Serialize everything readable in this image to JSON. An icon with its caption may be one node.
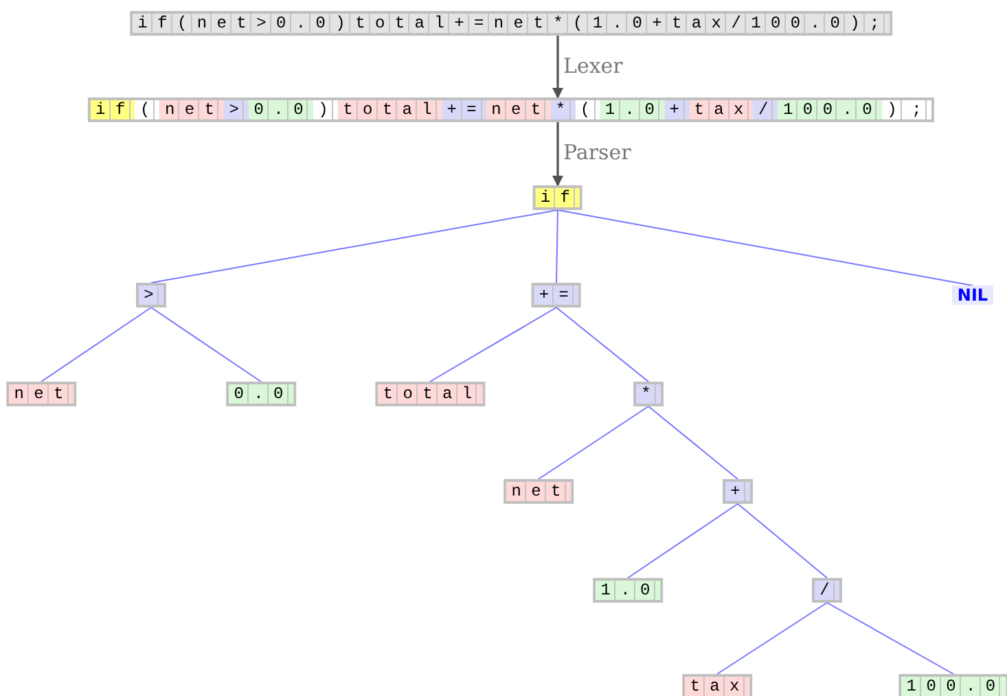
{
  "diagram": {
    "nodes": [
      {
        "text": [
          "if(net>0.0)total+=net*(1.0+tax/100.0);"
        ]
      },
      {
        "text": [
          "if",
          "(",
          "net",
          ">",
          "0.0",
          ")",
          "total",
          "+=",
          "net",
          "*",
          "(",
          "1.0",
          "+",
          "tax",
          "/",
          "100.0",
          ")",
          ";"
        ]
      },
      {
        "text": [
          "if"
        ]
      },
      {
        "text": [
          ">"
        ]
      },
      {
        "text": [
          "+="
        ]
      },
      {
        "text": [
          "NIL"
        ]
      },
      {
        "text": [
          "net"
        ]
      },
      {
        "text": [
          "0.0"
        ]
      },
      {
        "text": [
          "total"
        ]
      },
      {
        "text": [
          "*"
        ]
      },
      {
        "text": [
          "net"
        ]
      },
      {
        "text": [
          "+"
        ]
      },
      {
        "text": [
          "1.0"
        ]
      },
      {
        "text": [
          "/"
        ]
      },
      {
        "text": [
          "tax"
        ]
      },
      {
        "text": [
          "100.0"
        ]
      }
    ],
    "edges": [
      {
        "from": 0,
        "to": 1,
        "arrow": "to",
        "label": "Lexer",
        "color": "#505050"
      },
      {
        "from": 1,
        "to": 2,
        "arrow": "to",
        "label": "Parser",
        "color": "#505050"
      },
      {
        "from": 2,
        "to": 3,
        "arrow": "none"
      },
      {
        "from": 2,
        "to": 4,
        "arrow": "none"
      },
      {
        "from": 2,
        "to": 5,
        "arrow": "none"
      },
      {
        "from": 3,
        "to": 6,
        "arrow": "none"
      },
      {
        "from": 3,
        "to": 7,
        "arrow": "none"
      },
      {
        "from": 4,
        "to": 8,
        "arrow": "none"
      },
      {
        "from": 4,
        "to": 9,
        "arrow": "none"
      },
      {
        "from": 9,
        "to": 10,
        "arrow": "none"
      },
      {
        "from": 9,
        "to": 11,
        "arrow": "none"
      },
      {
        "from": 11,
        "to": 12,
        "arrow": "none"
      },
      {
        "from": 11,
        "to": 13,
        "arrow": "none"
      },
      {
        "from": 13,
        "to": 14,
        "arrow": "none"
      },
      {
        "from": 13,
        "to": 15,
        "arrow": "none"
      }
    ]
  }
}
